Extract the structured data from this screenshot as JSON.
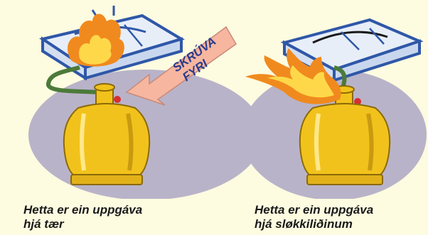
{
  "arrow_label": {
    "line1": "SKRÚVA",
    "line2": "FYRI"
  },
  "captions": {
    "left": {
      "line1": "Hetta er ein uppgáva",
      "line2": "hjá tær"
    },
    "right": {
      "line1": "Hetta er ein uppgáva",
      "line2": "hjá sløkkiliðinum"
    }
  },
  "colors": {
    "background": "#fdfbe0",
    "shadow": "#b9b3c9",
    "burner_blue": "#2f57a8",
    "burner_fill": "#e7eef8",
    "cylinder_yellow": "#f2c21c",
    "cylinder_dark": "#c99a10",
    "hose_green": "#4c7a3a",
    "flame_orange": "#f08a1e",
    "flame_yellow": "#ffd84a",
    "arrow_fill": "#f6b6a0",
    "arrow_text": "#2a3c8c",
    "valve_red": "#d62f2f"
  },
  "icons": [
    "gas-burner-icon",
    "gas-cylinder-icon",
    "flame-icon",
    "arrow-icon"
  ]
}
